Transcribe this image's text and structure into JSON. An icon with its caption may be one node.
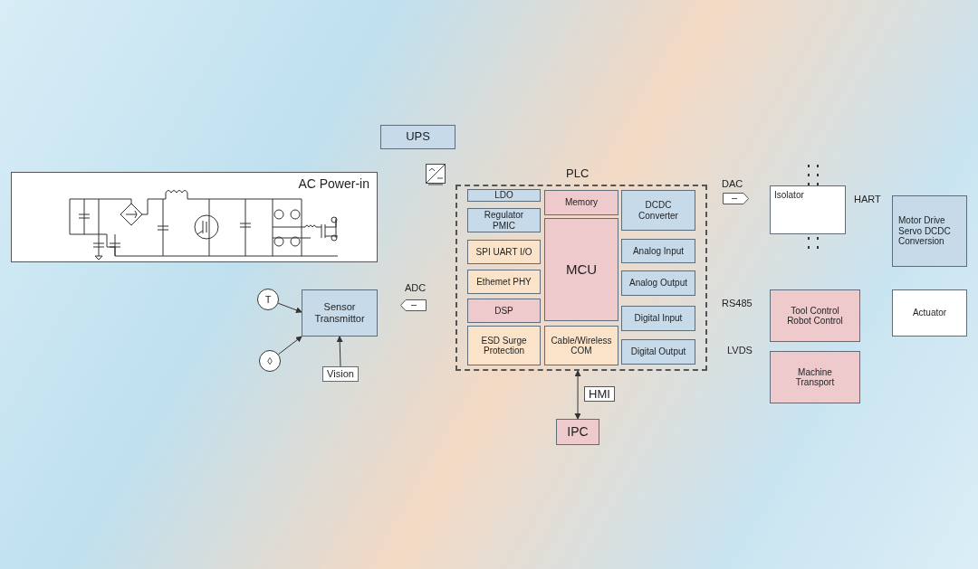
{
  "diagram": {
    "nodes": [
      {
        "text": [
          "UPS"
        ]
      },
      {
        "text": [
          "AC Power-in"
        ]
      },
      {
        "text": [
          "T"
        ]
      },
      {
        "text": [
          "◊"
        ]
      },
      {
        "text": [
          "Sensor Transmittor"
        ]
      },
      {
        "text": [
          "Vision"
        ]
      },
      {
        "text": [
          "PLC"
        ]
      },
      {
        "text": [
          "LDO"
        ],
        "in": 6
      },
      {
        "text": [
          "Memory"
        ],
        "in": 6
      },
      {
        "text": [
          "DCDC Converter"
        ],
        "in": 6
      },
      {
        "text": [
          "Regulator PMIC"
        ],
        "in": 6
      },
      {
        "text": [
          "SPI UART I/O"
        ],
        "in": 6
      },
      {
        "text": [
          "MCU"
        ],
        "in": 6
      },
      {
        "text": [
          "Analog Input"
        ],
        "in": 6
      },
      {
        "text": [
          "Ethemet PHY"
        ],
        "in": 6
      },
      {
        "text": [
          "Analog Output"
        ],
        "in": 6
      },
      {
        "text": [
          "DSP"
        ],
        "in": 6
      },
      {
        "text": [
          "Digital Input"
        ],
        "in": 6
      },
      {
        "text": [
          "ESD Surge Protection"
        ],
        "in": 6
      },
      {
        "text": [
          "Cable/Wireless COM"
        ],
        "in": 6
      },
      {
        "text": [
          "Digital Output"
        ],
        "in": 6
      },
      {
        "text": [
          "IPC"
        ]
      },
      {
        "text": [
          "Isolator"
        ]
      },
      {
        "text": [
          "Motor Drive Servo DCDC Conversion"
        ]
      },
      {
        "text": [
          "Tool Control Robot Control"
        ]
      },
      {
        "text": [
          "Actuator"
        ]
      },
      {
        "text": [
          "Machine Transport"
        ]
      }
    ],
    "edges": [
      {
        "from": 2,
        "to": 4,
        "arrow": "to"
      },
      {
        "from": 3,
        "to": 4,
        "arrow": "to"
      },
      {
        "from": 5,
        "to": 4,
        "arrow": "to"
      },
      {
        "from": 6,
        "to": 21,
        "arrow": "both",
        "label": "HMI"
      }
    ],
    "labels": [
      "ADC",
      "DAC",
      "HART",
      "RS485",
      "LVDS"
    ]
  }
}
